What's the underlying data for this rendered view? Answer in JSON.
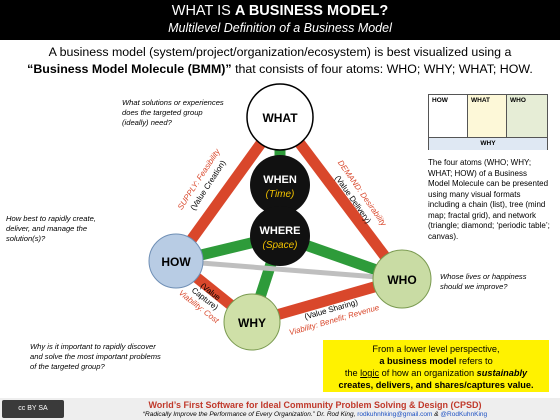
{
  "header": {
    "title_prefix": "WHAT IS ",
    "title_bold": "A BUSINESS MODEL?",
    "subtitle": "Multilevel Definition of a Business Model"
  },
  "intro": {
    "line1": "A business model (system/project/organization/ecosystem) is best visualized using a",
    "bmm": "“Business Model Molecule (BMM)”",
    "line2_rest": " that consists of four atoms: WHO; WHY; WHAT; HOW."
  },
  "atoms": {
    "what": "WHAT",
    "how": "HOW",
    "who": "WHO",
    "why": "WHY",
    "when": "WHEN",
    "when_sub": "(Time)",
    "where": "WHERE",
    "where_sub": "(Space)"
  },
  "edges": {
    "supply": "SUPPLY: Feasibility",
    "value_creation": "(Value Creation)",
    "demand": "DEMAND: Desirability",
    "value_delivery": "(Value Delivery)",
    "value_capture_1": "(Value",
    "value_capture_2": "Capture)",
    "viability_cost": "Viability: Cost",
    "value_sharing": "(Value Sharing)",
    "viability_benefit": "Viability: Benefit; Revenue"
  },
  "questions": {
    "what": [
      "What solutions or experiences",
      "does the targeted group",
      "(ideally) need?"
    ],
    "how": [
      "How best to rapidly create,",
      "deliver, and manage the",
      "solution(s)?"
    ],
    "who": [
      "Whose lives or happiness",
      "should we improve?"
    ],
    "why": [
      "Why is it important to rapidly discover",
      "and solve the most important problems",
      "of the targeted group?"
    ]
  },
  "mini_table": {
    "how": "HOW",
    "what": "WHAT",
    "who": "WHO",
    "why": "WHY"
  },
  "atoms_text": "The four atoms (WHO; WHY; WHAT; HOW) of a Business Model Molecule can be presented using many visual formats including a chain (list), tree (mind map; fractal grid), and network (triangle; diamond; ‘periodic table’; canvas).",
  "yellow_box": {
    "l1": "From a lower level perspective,",
    "l2": "a business model",
    "l2b": " refers to",
    "l3a": "the ",
    "l3_logic": "logic",
    "l3b": " of how an organization ",
    "l3_sust": "sustainably",
    "l4": "creates, delivers, and shares/captures value."
  },
  "footer": {
    "license": "cc  BY  SA",
    "line1": "World’s First Software for Ideal Community Problem Solving & Design (CPSD)",
    "quote": "“Radically Improve the Performance of Every Organization.” Dr. Rod King, ",
    "email": "rodkuhnhking@gmail.com",
    "amp": " & ",
    "handle": "@RodKuhnKing"
  },
  "colors": {
    "header_bg": "#000000",
    "edge_red": "#d9472b",
    "edge_green": "#2e9b3a",
    "edge_gray": "#bfbfbf",
    "how_fill": "#b8cce4",
    "why_fill": "#cfe0a8",
    "who_fill": "#c9dca4",
    "inner_atom": "#111111",
    "inner_sub": "#f2c200",
    "highlight": "#fff200",
    "footer_title": "#c0392b"
  }
}
